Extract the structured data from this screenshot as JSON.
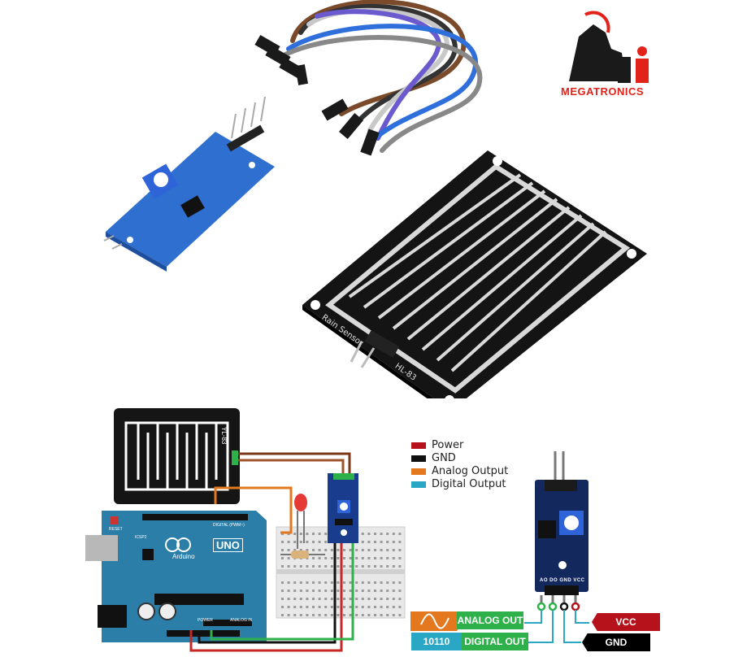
{
  "logo": {
    "brand_text": "MEGATRONICS",
    "color": "#e2231a"
  },
  "sensor_board": {
    "label": "YL-83",
    "brand_label": "Rain Sensor",
    "model_label": "HL-83"
  },
  "arduino": {
    "logo_text": "Arduino",
    "board_model": "UNO",
    "reset_label": "RESET",
    "icsp_label": "ICSP2",
    "digital_label": "DIGITAL (PWM~)",
    "power_label": "POWER",
    "analog_label": "ANALOG IN"
  },
  "legend": {
    "items": [
      {
        "label": "Power",
        "color": "#b5121b"
      },
      {
        "label": "GND",
        "color": "#111111"
      },
      {
        "label": "Analog Output",
        "color": "#e3781e"
      },
      {
        "label": "Digital Output",
        "color": "#2aa7c5"
      }
    ]
  },
  "pinout": {
    "module_pins": "AO DO GND VCC",
    "analog_out": "ANALOG OUT",
    "digital_out": "DIGITAL OUT",
    "digital_symbol": "10110",
    "vcc": "VCC",
    "gnd": "GND"
  }
}
